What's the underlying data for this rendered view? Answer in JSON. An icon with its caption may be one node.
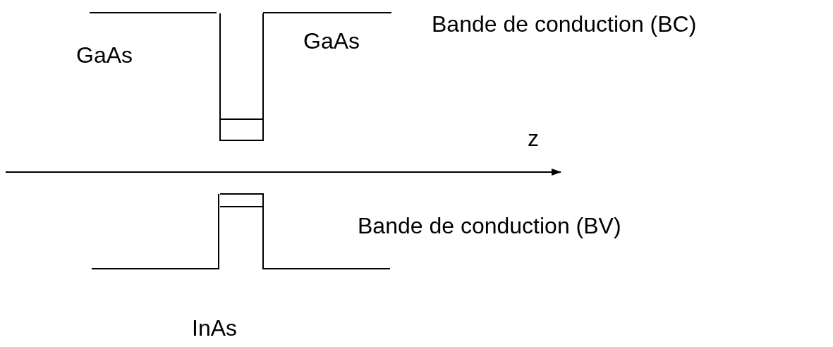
{
  "diagram": {
    "labels": [
      "GaAs",
      "GaAs",
      "Bande de conduction (BC)",
      "z",
      "Bande de conduction (BV)",
      "InAs"
    ]
  }
}
